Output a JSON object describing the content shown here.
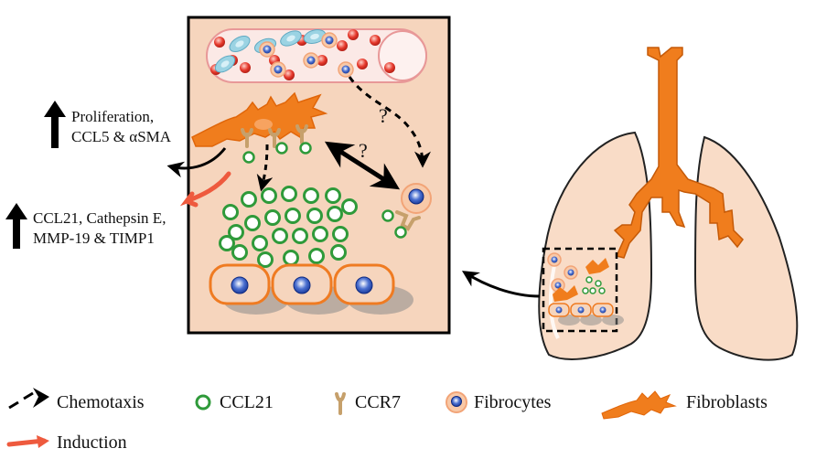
{
  "left_labels": {
    "group1": [
      "Proliferation,",
      "CCL5 & αSMA"
    ],
    "group2": [
      "CCL21, Cathepsin E,",
      "MMP-19 & TIMP1"
    ]
  },
  "question_marks": [
    "?",
    "?"
  ],
  "legend": {
    "chemotaxis": "Chemotaxis",
    "ccl21": "CCL21",
    "ccr7": "CCR7",
    "fibrocytes": "Fibrocytes",
    "fibroblasts": "Fibroblasts",
    "induction": "Induction"
  },
  "colors": {
    "panel_fill": "#f6d5bd",
    "vessel_fill": "#fbe9e6",
    "vessel_stroke": "#e89898",
    "rbc": "#e6392c",
    "wbc": "#9bd3e3",
    "fibrocyte_ring": "#f2a477",
    "fibrocyte_core": "#1e3d9c",
    "ccl21": "#2f9a3a",
    "ccr7": "#c6a06b",
    "fibroblast": "#f07d1d",
    "induction": "#ee5a3e",
    "cell_fill": "#f6d5bd",
    "cell_stroke": "#ef7b22",
    "lung_fill": "#f9dcc7",
    "trachea": "#f07d1d"
  }
}
